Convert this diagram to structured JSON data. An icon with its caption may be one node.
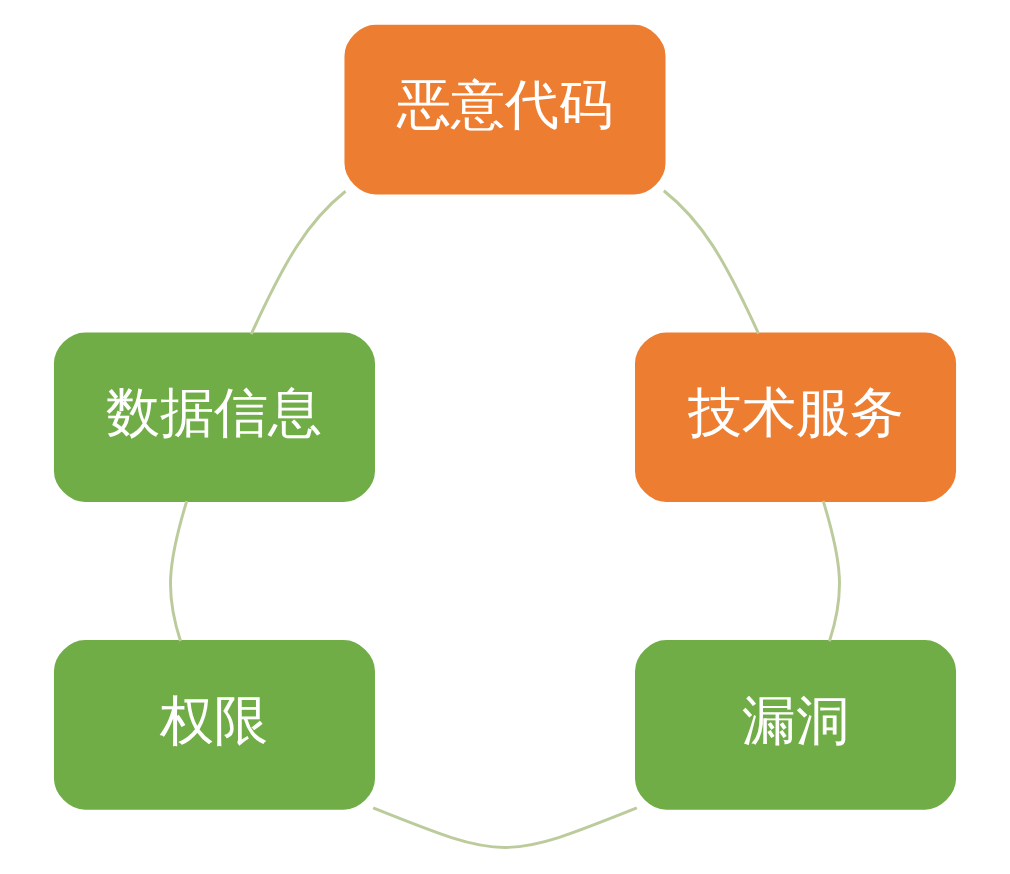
{
  "diagram": {
    "nodes": [
      {
        "text": [
          "恶意代码"
        ]
      },
      {
        "text": [
          "数据信息"
        ]
      },
      {
        "text": [
          "技术服务"
        ]
      },
      {
        "text": [
          "权限"
        ]
      },
      {
        "text": [
          "漏洞"
        ]
      }
    ],
    "edges": [
      {
        "from": 0,
        "to": 2,
        "arrow": "none"
      },
      {
        "from": 2,
        "to": 4,
        "arrow": "none"
      },
      {
        "from": 4,
        "to": 3,
        "arrow": "none"
      },
      {
        "from": 3,
        "to": 1,
        "arrow": "none"
      },
      {
        "from": 1,
        "to": 0,
        "arrow": "none"
      }
    ]
  }
}
